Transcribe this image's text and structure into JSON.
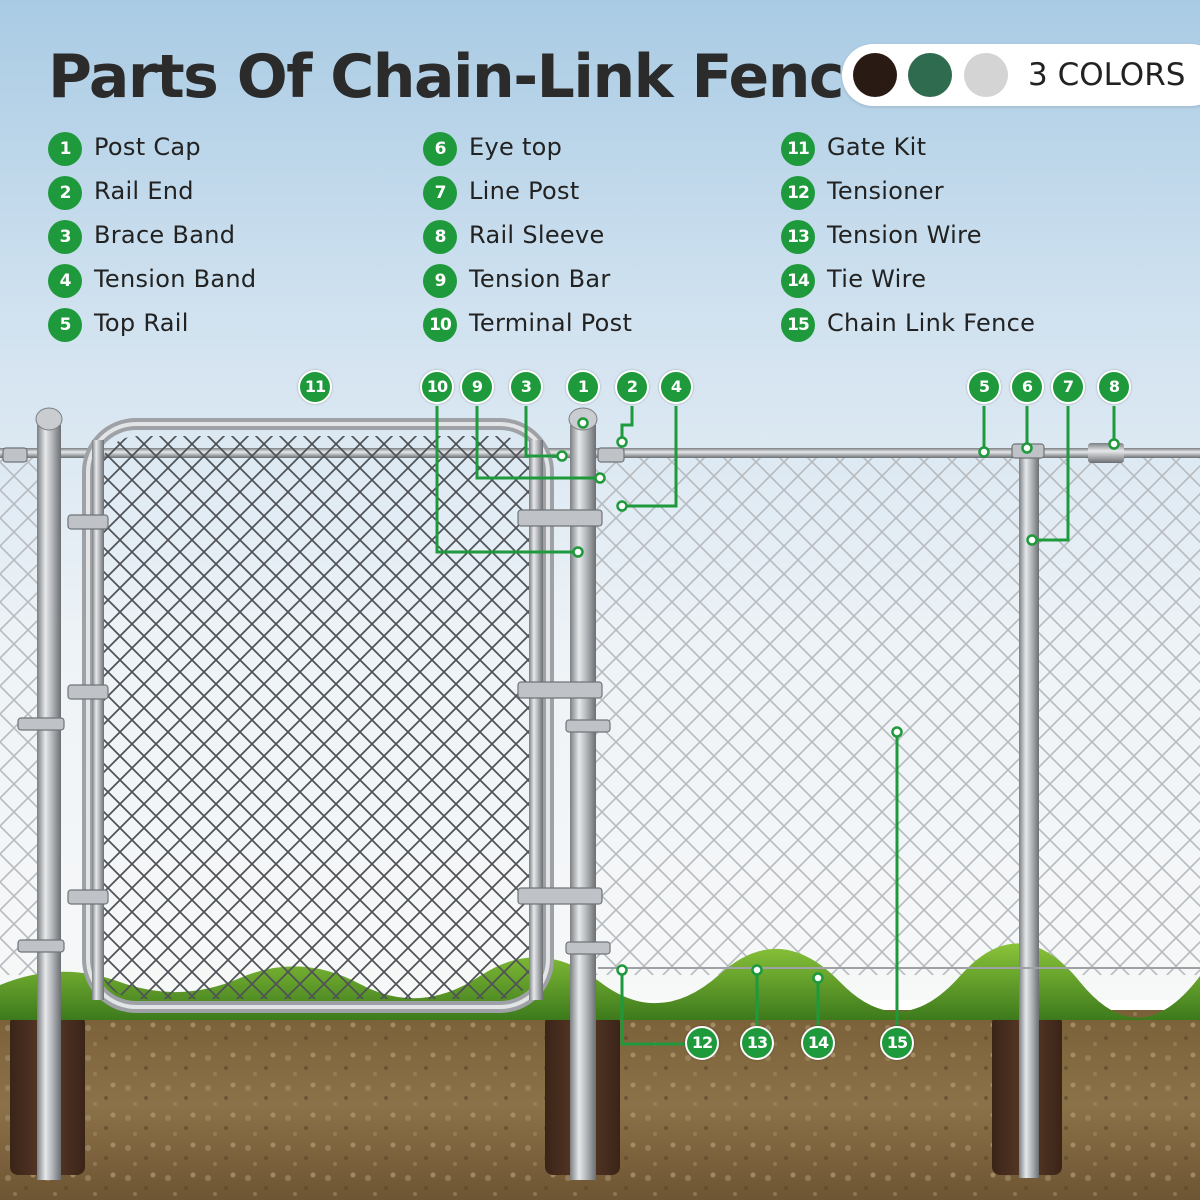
{
  "title": "Parts Of Chain-Link Fence",
  "colors": {
    "label": "3 COLORS",
    "swatches": [
      "#2a1a14",
      "#2e6b4f",
      "#d4d4d4"
    ]
  },
  "accent": "#1e9a3c",
  "legend": [
    {
      "num": "1",
      "label": "Post Cap"
    },
    {
      "num": "2",
      "label": "Rail End"
    },
    {
      "num": "3",
      "label": "Brace Band"
    },
    {
      "num": "4",
      "label": "Tension Band"
    },
    {
      "num": "5",
      "label": "Top Rail"
    },
    {
      "num": "6",
      "label": "Eye top"
    },
    {
      "num": "7",
      "label": "Line Post"
    },
    {
      "num": "8",
      "label": "Rail Sleeve"
    },
    {
      "num": "9",
      "label": "Tension Bar"
    },
    {
      "num": "10",
      "label": "Terminal Post"
    },
    {
      "num": "11",
      "label": "Gate Kit"
    },
    {
      "num": "12",
      "label": "Tensioner"
    },
    {
      "num": "13",
      "label": "Tension Wire"
    },
    {
      "num": "14",
      "label": "Tie Wire"
    },
    {
      "num": "15",
      "label": "Chain Link Fence"
    }
  ],
  "callouts": [
    "11",
    "10",
    "9",
    "3",
    "1",
    "2",
    "4",
    "5",
    "6",
    "7",
    "8",
    "12",
    "13",
    "14",
    "15"
  ]
}
